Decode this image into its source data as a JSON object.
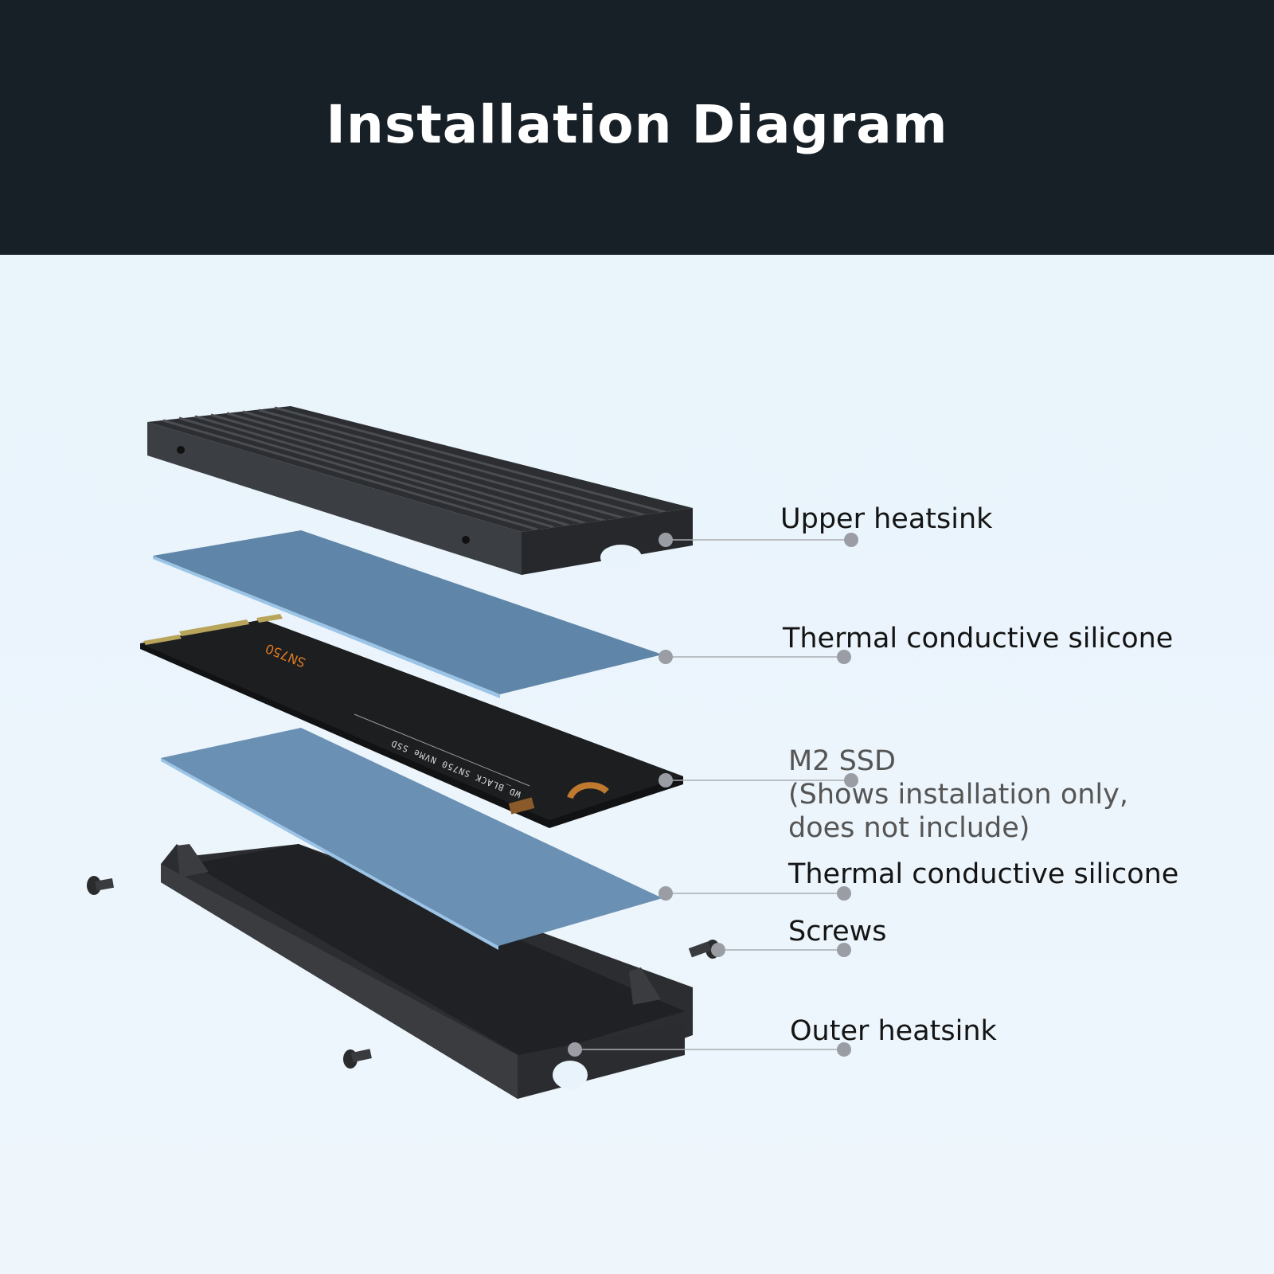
{
  "header": {
    "title": "Installation Diagram"
  },
  "labels": {
    "upper_heatsink": "Upper heatsink",
    "thermal_1": "Thermal conductive silicone",
    "ssd_title": "M2 SSD",
    "ssd_note_1": "(Shows installation only,",
    "ssd_note_2": "does not include)",
    "thermal_2": "Thermal conductive silicone",
    "screws": "Screws",
    "outer_heatsink": "Outer heatsink"
  },
  "product_lettering": {
    "ssd_brand": "WD_BLACK SN750 NVMe SSD",
    "ssd_model": "SN750"
  },
  "colors": {
    "header_bg": "#172027",
    "pad": "#6a90b4",
    "metal": "#2e3033"
  }
}
